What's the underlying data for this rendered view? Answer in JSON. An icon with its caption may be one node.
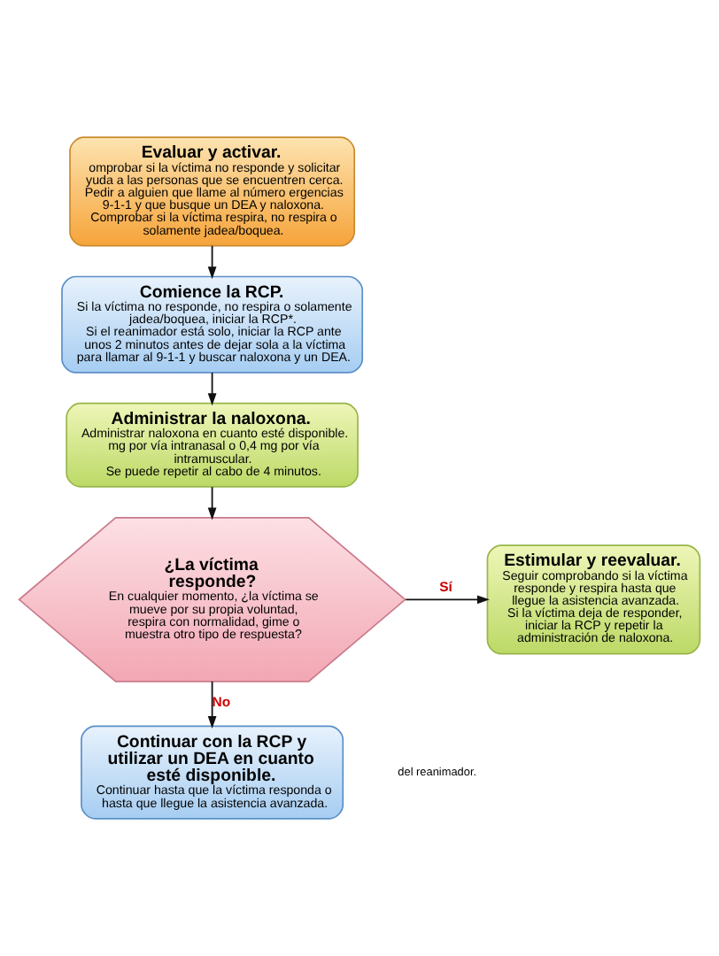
{
  "diagram": {
    "nodes": [
      {
        "text": [
          "Evaluar y activar.",
          "omprobar si la víctima no responde y solicitar yuda a las personas que se encuentren cerca.",
          "Pedir a alguien que llame al número ergencias 9-1-1 y que busque un DEA y naloxona.",
          "Comprobar si la víctima respira, no respira o solamente jadea/boquea."
        ]
      },
      {
        "text": [
          "Comience la RCP.",
          "Si la víctima no responde, no respira o solamente jadea/boquea, iniciar la RCP*.",
          "Si el reanimador está solo, iniciar la RCP ante unos 2 minutos antes de dejar sola a la víctima para llamar al 9-1-1 y buscar naloxona y un DEA."
        ]
      },
      {
        "text": [
          "Administrar la naloxona.",
          "Administrar naloxona en cuanto esté disponible.",
          "mg por vía intranasal o 0,4 mg por vía intramuscular.",
          "Se puede repetir al cabo de 4 minutos."
        ]
      },
      {
        "text": [
          "¿La víctima responde?",
          "En cualquier momento, ¿la víctima se mueve por su propia voluntad, respira con normalidad, gime o muestra otro tipo de respuesta?"
        ]
      },
      {
        "text": [
          "Estimular y reevaluar.",
          "Seguir comprobando si la víctima responde y respira hasta que llegue la asistencia avanzada. Si la víctima deja de responder, iniciar la RCP y repetir la administración de naloxona."
        ]
      },
      {
        "text": [
          "Continuar con la RCP y utilizar un DEA en cuanto esté disponible.",
          "Continuar hasta que la víctima responda o hasta que llegue la asistencia avanzada."
        ]
      }
    ],
    "edges": [
      {
        "from": 0,
        "to": 1,
        "arrow": "to"
      },
      {
        "from": 1,
        "to": 2,
        "arrow": "to"
      },
      {
        "from": 2,
        "to": 3,
        "arrow": "to"
      },
      {
        "from": 3,
        "to": 4,
        "arrow": "to",
        "label": "Sí"
      },
      {
        "from": 3,
        "to": 5,
        "arrow": "to",
        "label": "No"
      }
    ],
    "labels": [
      "del reanimador."
    ]
  }
}
